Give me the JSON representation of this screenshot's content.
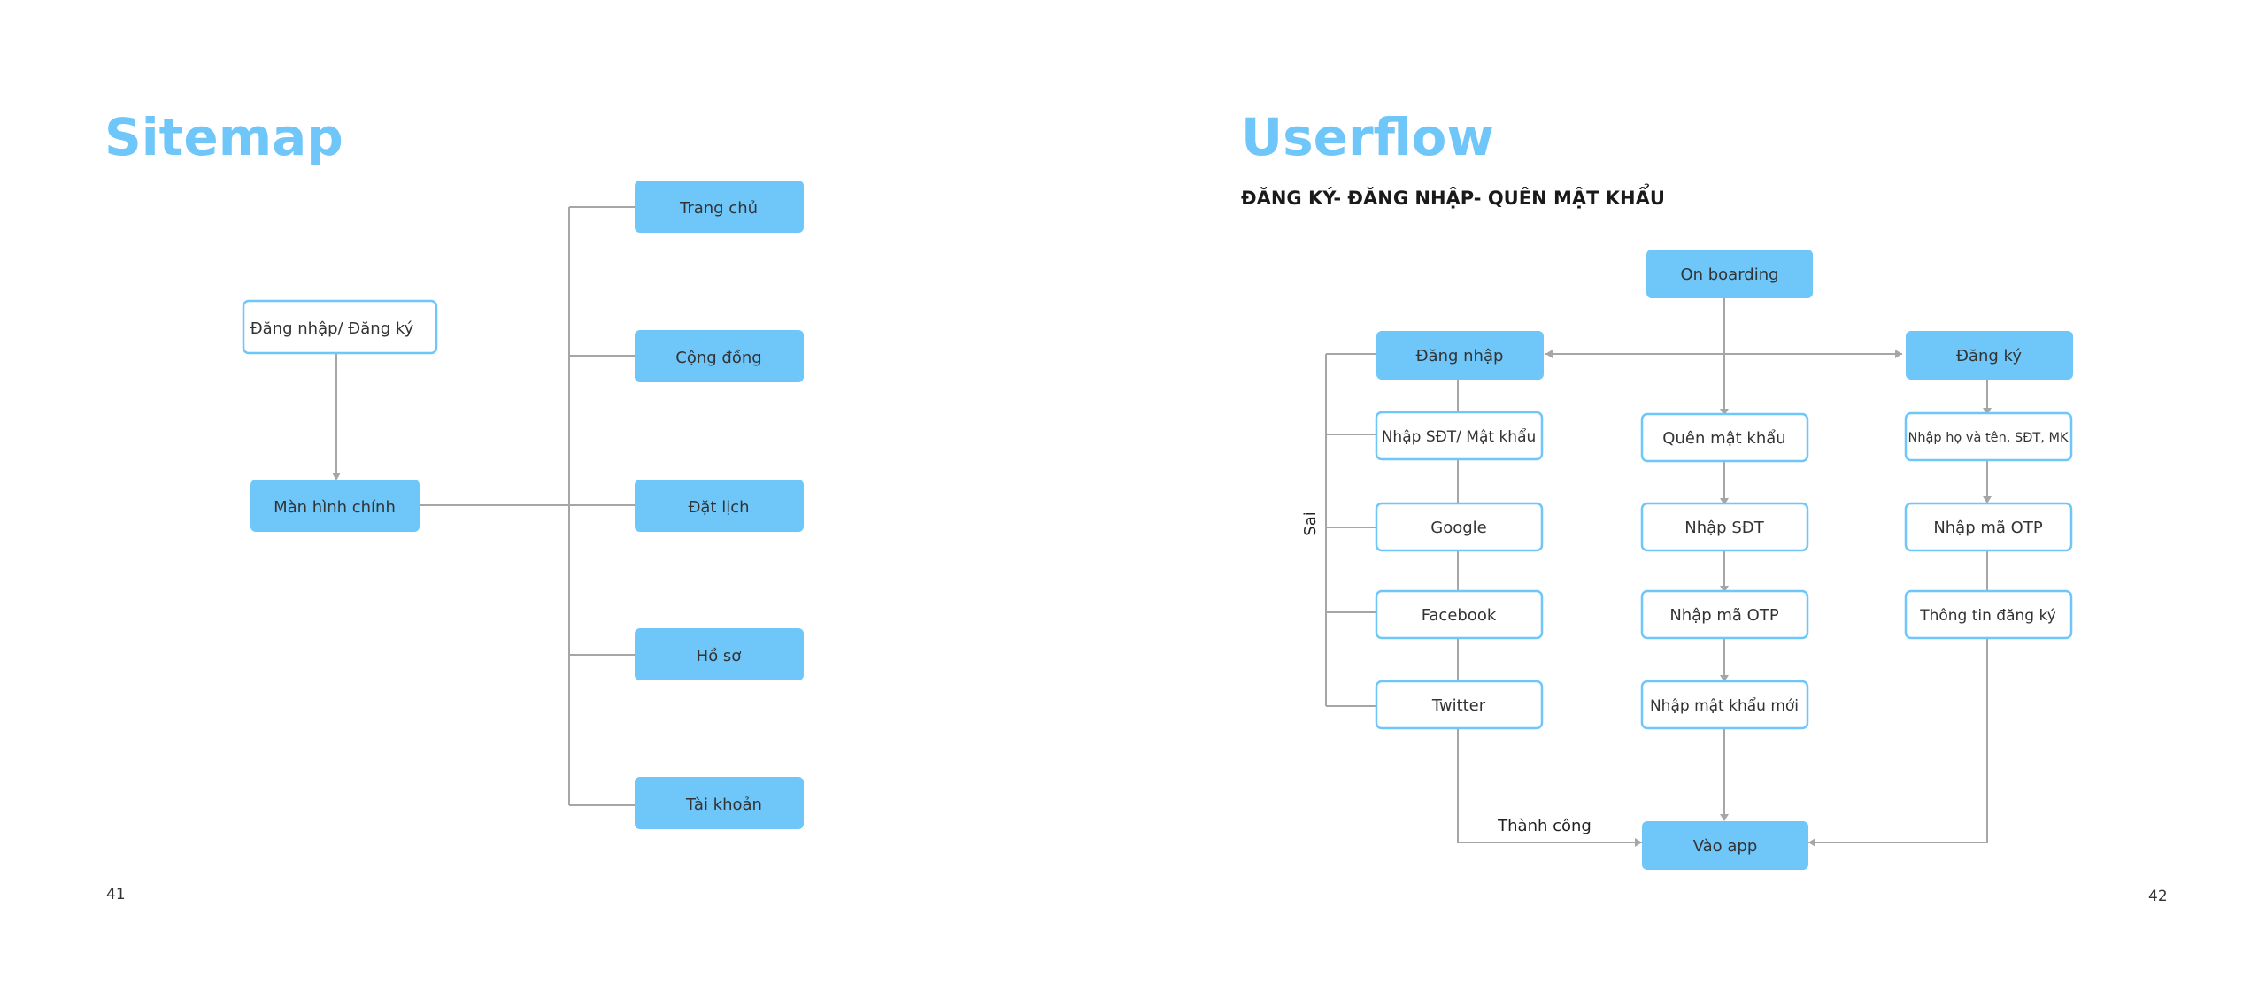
{
  "sitemap": {
    "title": "Sitemap",
    "page_number": "41",
    "nodes": {
      "login": "Đăng nhập/ Đăng ký",
      "main": "Màn hình chính",
      "home": "Trang chủ",
      "community": "Cộng đồng",
      "schedule": "Đặt lịch",
      "profile": "Hồ sơ",
      "account": "Tài khoản"
    }
  },
  "userflow": {
    "title": "Userflow",
    "subtitle": "ĐĂNG KÝ- ĐĂNG NHẬP- QUÊN MẬT KHẨU",
    "page_number": "42",
    "nodes": {
      "onboarding": "On boarding",
      "login": "Đăng nhập",
      "register": "Đăng ký",
      "phone_password": "Nhập SĐT/ Mật khẩu",
      "google": "Google",
      "facebook": "Facebook",
      "twitter": "Twitter",
      "forgot": "Quên mật khẩu",
      "enter_phone": "Nhập SĐT",
      "enter_otp_forgot": "Nhập mã OTP",
      "new_password": "Nhập mật khẩu mới",
      "enter_app": "Vào app",
      "register_info": "Nhập họ và tên, SĐT, MK",
      "register_otp": "Nhập mã OTP",
      "register_detail": "Thông tin đăng ký"
    },
    "labels": {
      "wrong": "Sai",
      "success": "Thành công"
    }
  },
  "colors": {
    "accent": "#6ec6f9",
    "node_fill": "#6ec6f9",
    "outline": "#6ec6f9",
    "connector": "#a6a6a6",
    "text": "#333333"
  }
}
